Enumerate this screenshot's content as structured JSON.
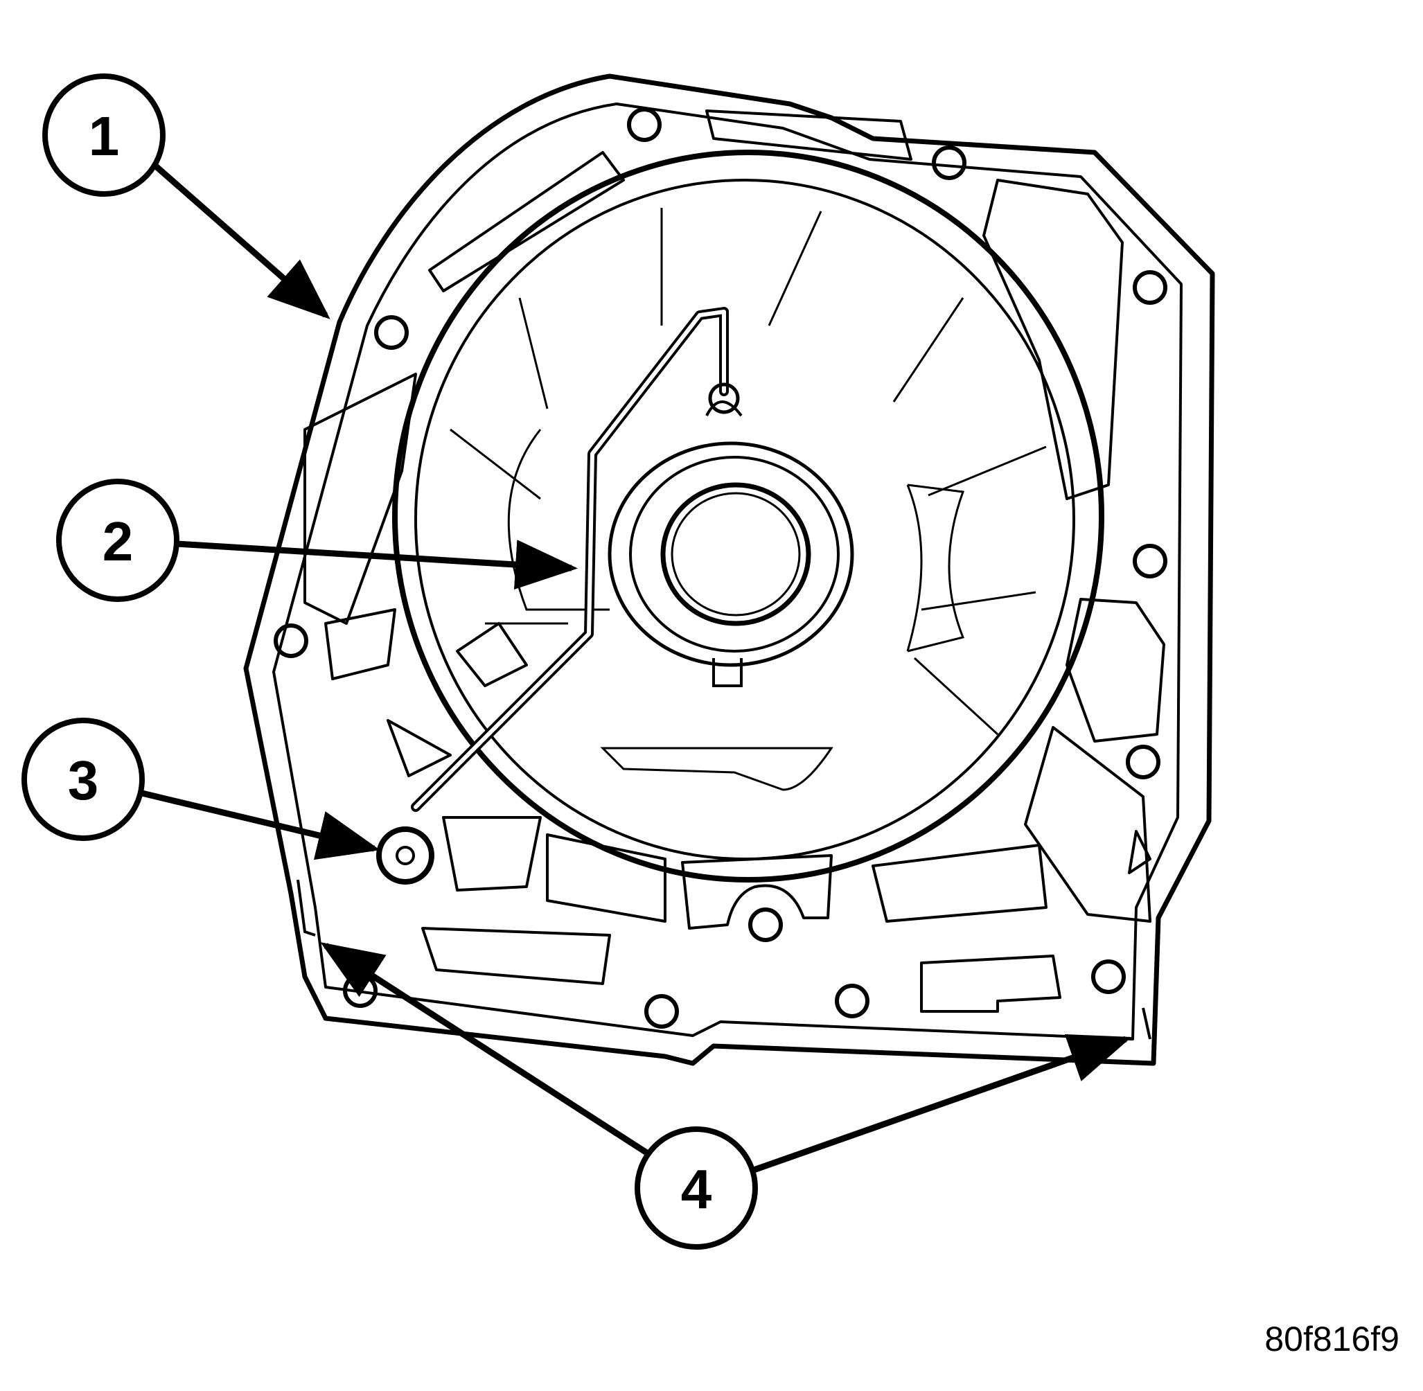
{
  "diagram": {
    "line_color": "#000000",
    "background_color": "#ffffff",
    "callouts": [
      {
        "id": "callout-1",
        "label": "1"
      },
      {
        "id": "callout-2",
        "label": "2"
      },
      {
        "id": "callout-3",
        "label": "3"
      },
      {
        "id": "callout-4",
        "label": "4"
      }
    ],
    "figure_code": "80f816f9"
  }
}
